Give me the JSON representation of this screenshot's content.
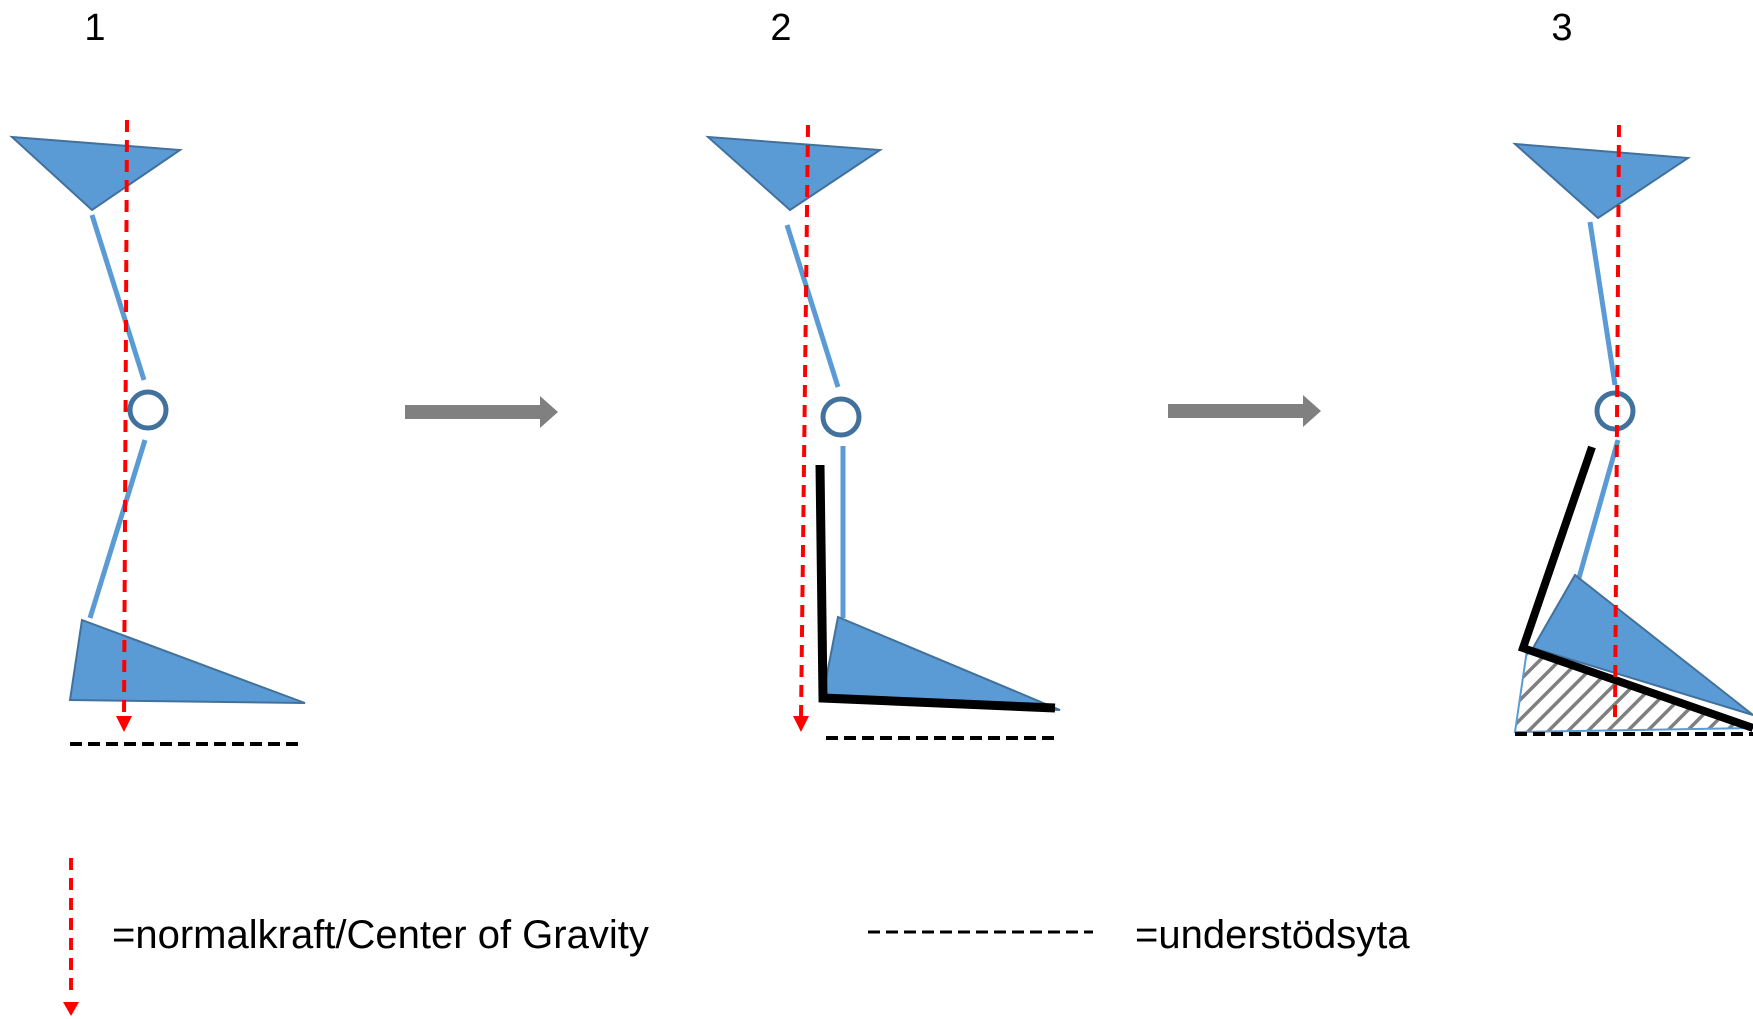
{
  "panels": [
    {
      "label": "1"
    },
    {
      "label": "2"
    },
    {
      "label": "3"
    }
  ],
  "legend": {
    "arrow_text": "=normalkraft/Center of Gravity",
    "dash_text": "=understödsyta"
  },
  "colors": {
    "limb_fill": "#5b9bd5",
    "limb_stroke": "#41719c",
    "line": "#5b9bd5",
    "joint": "#41719c",
    "gravity": "#ff0000",
    "brace": "#000000",
    "transition_arrow": "#808080"
  }
}
